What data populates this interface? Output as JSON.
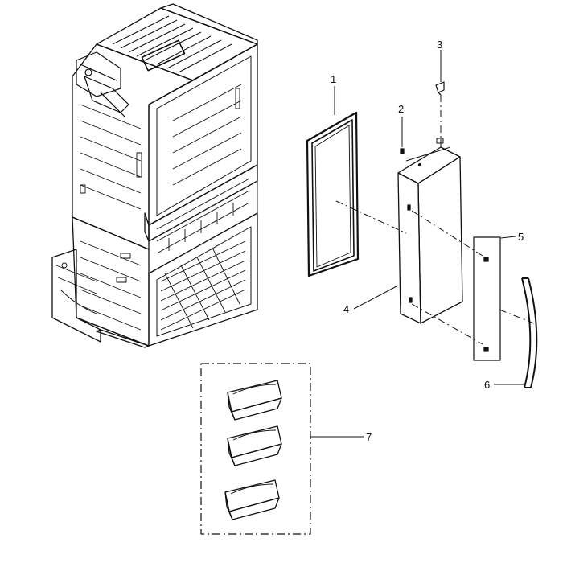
{
  "diagram": {
    "callouts": [
      {
        "id": "part-1",
        "label": "1",
        "part": "door-gasket"
      },
      {
        "id": "part-2",
        "label": "2",
        "part": "hinge-pin"
      },
      {
        "id": "part-3",
        "label": "3",
        "part": "top-hinge"
      },
      {
        "id": "part-4",
        "label": "4",
        "part": "door-foam-assembly"
      },
      {
        "id": "part-5",
        "label": "5",
        "part": "door-cap-panel"
      },
      {
        "id": "part-6",
        "label": "6",
        "part": "door-handle"
      },
      {
        "id": "part-7",
        "label": "7",
        "part": "door-guard-bins"
      }
    ],
    "colors": {
      "line": "#111111",
      "paper": "#ffffff"
    },
    "bin_count": 3
  }
}
